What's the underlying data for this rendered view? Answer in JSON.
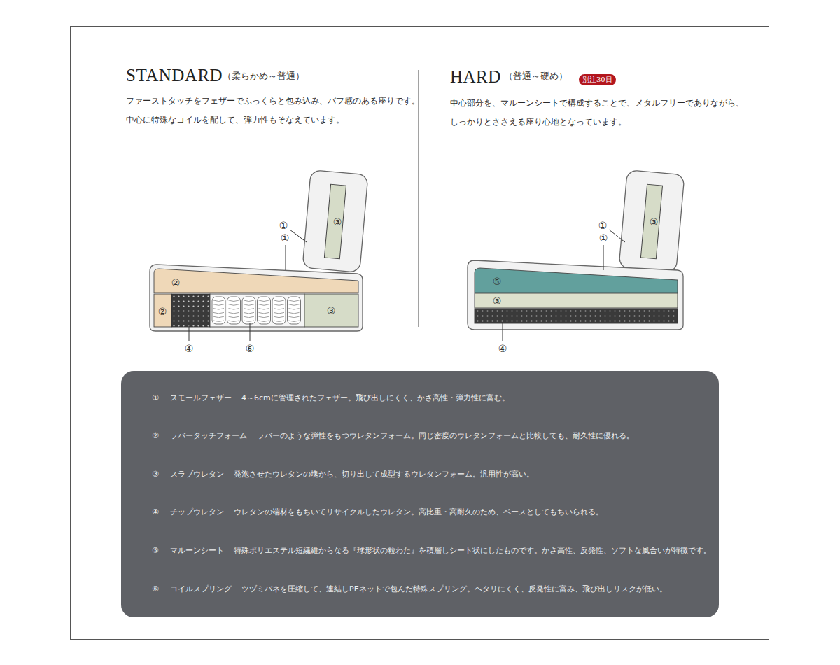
{
  "diagram": {
    "nodes": [
      {
        "text": [
          "別注30日"
        ]
      },
      {
        "text": [
          "①",
          "スモールフェザー",
          "4～6cmに管理されたフェザー。飛び出しにくく、かさ高性・弾力性に富む。",
          "②",
          "ラバータッチフォーム",
          "ラバーのような弾性をもつウレタンフォーム。同じ密度のウレタンフォームと比較しても、耐久性に優れる。",
          "③",
          "スラブウレタン",
          "発泡させたウレタンの塊から、切り出して成型するウレタンフォーム。汎用性が高い。",
          "④",
          "チップウレタン",
          "ウレタンの端材をもちいてリサイクルしたウレタン。高比重・高耐久のため、ベースとしてもちいられる。",
          "⑤",
          "マルーンシート",
          "特殊ポリエステル短繊維からなる『球形状の粒わた』を積層しシート状にしたものです。かさ高性、反発性、ソフトな風合いが特徴です。",
          "⑥",
          "コイルスプリング",
          "ツヅミバネを圧縮して、連結しPEネットで包んだ特殊スプリング。ヘタリにくく、反発性に富み、飛び出しリスクが低い。"
        ]
      }
    ],
    "labels": [
      "STANDARD",
      "（柔らかめ～普通）",
      "ファーストタッチをフェザーでふっくらと包み込み、バフ感のある座りです。",
      "中心に特殊なコイルを配して、弾力性もそなえています。",
      "HARD",
      "（普通～硬め）",
      "中心部分を、マルーンシートで構成することで、メタルフリーでありながら、",
      "しっかりとささえる座り心地となっています。",
      "①",
      "③",
      "①",
      "②",
      "②",
      "③",
      "④",
      "⑥",
      "①",
      "③",
      "①",
      "⑤",
      "③",
      "④"
    ]
  }
}
